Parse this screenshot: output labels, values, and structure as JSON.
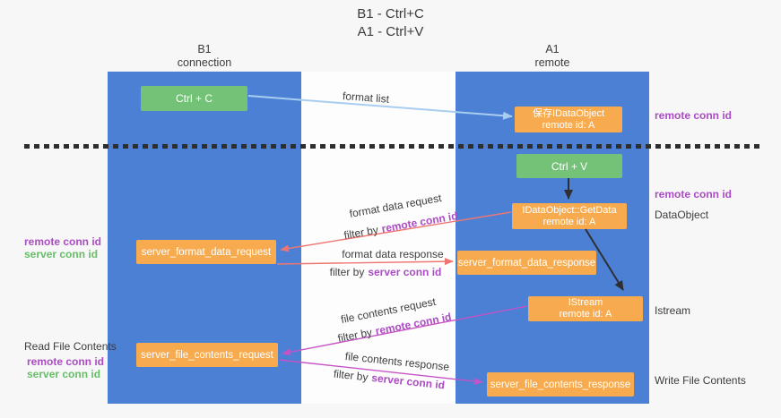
{
  "title": {
    "line1": "B1 - Ctrl+C",
    "line2": "A1 - Ctrl+V"
  },
  "lanes": {
    "left": {
      "name": "B1",
      "sub": "connection"
    },
    "right": {
      "name": "A1",
      "sub": "remote"
    }
  },
  "nodes": {
    "ctrl_c": {
      "label": "Ctrl + C"
    },
    "save_dataobject": {
      "line1": "保存IDataObject",
      "line2": "remote id: A"
    },
    "ctrl_v": {
      "label": "Ctrl + V"
    },
    "getdata": {
      "line1": "IDataObject::GetData",
      "line2": "remote id: A"
    },
    "server_format_data_request": {
      "label": "server_format_data_request"
    },
    "server_format_data_response": {
      "label": "server_format_data_response"
    },
    "istream": {
      "line1": "IStream",
      "line2": "remote id: A"
    },
    "server_file_contents_request": {
      "label": "server_file_contents_request"
    },
    "server_file_contents_response": {
      "label": "server_file_contents_response"
    }
  },
  "edge_labels": {
    "format_list": "format list",
    "format_data_request": "format data request",
    "format_data_response": "format data response",
    "file_contents_request": "file contents request",
    "file_contents_response": "file contents response",
    "filter_by": "filter by",
    "remote_conn_id": "remote conn id",
    "server_conn_id": "server conn id"
  },
  "side_labels": {
    "remote_conn_id": "remote conn id",
    "server_conn_id": "server conn id",
    "read_file_contents": "Read File Contents",
    "write_file_contents": "Write File Contents",
    "dataobject": "DataObject",
    "istream": "Istream"
  },
  "colors": {
    "lane_blue": "#4b80d5",
    "node_orange": "#f7ab4e",
    "node_green": "#74c277",
    "arrow_red": "#ee7672",
    "arrow_magenta": "#c653c6",
    "arrow_light_blue": "#a9cdf0",
    "arrow_black": "#2f2f2f",
    "text_purple": "#ab4cc4",
    "text_green": "#67bd68"
  }
}
